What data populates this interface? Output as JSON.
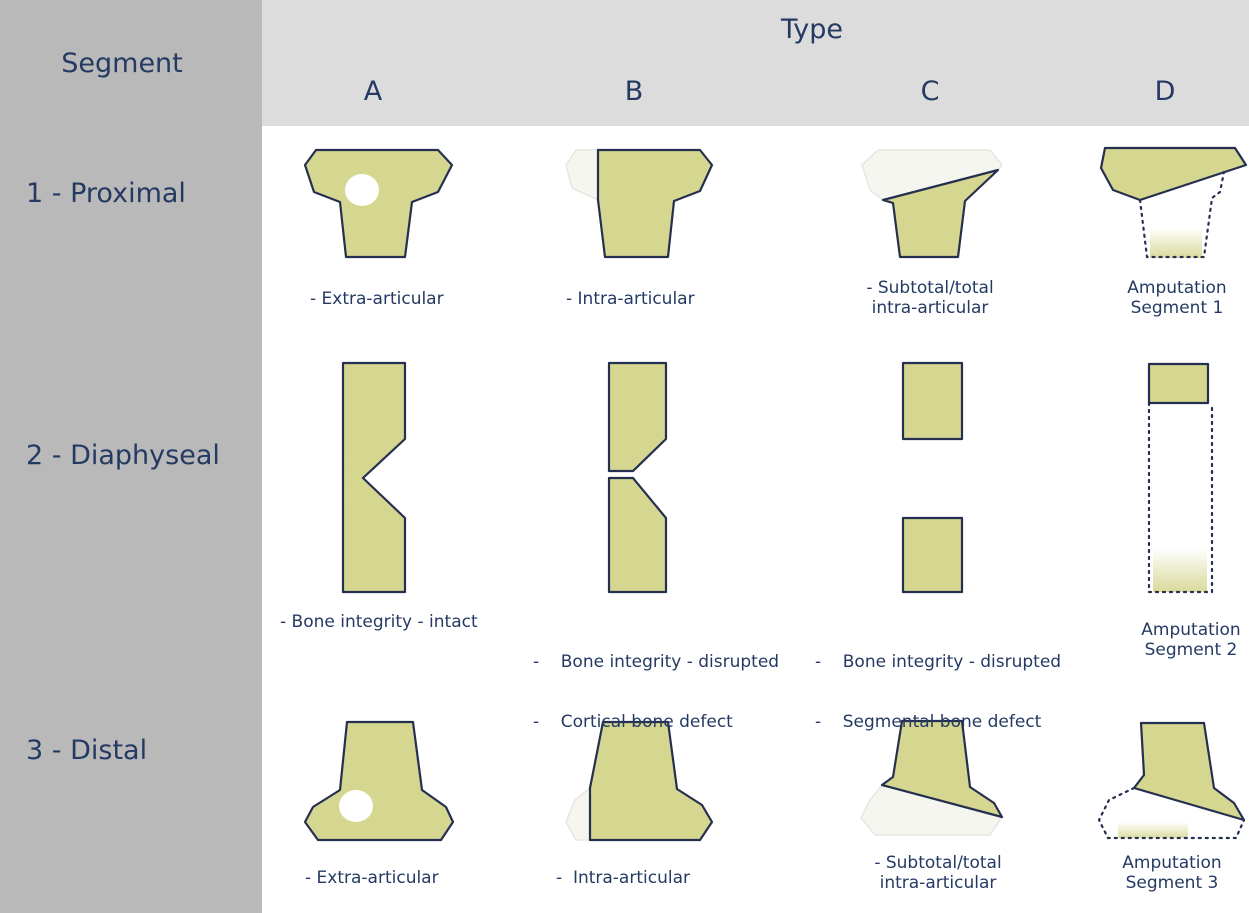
{
  "header": {
    "segment_title": "Segment",
    "type_title": "Type",
    "columns": [
      "A",
      "B",
      "C",
      "D"
    ]
  },
  "rows": [
    {
      "label": "1 - Proximal",
      "captions": [
        "- Extra-articular",
        "- Intra-articular",
        [
          "- Subtotal/total",
          "intra-articular"
        ],
        [
          "Amputation",
          "Segment 1"
        ]
      ]
    },
    {
      "label": "2 - Diaphyseal",
      "captions": [
        "- Bone integrity - intact",
        [
          "-    Bone integrity - disrupted",
          "-    Cortical bone defect"
        ],
        [
          "-    Bone integrity - disrupted",
          "-    Segmental bone defect"
        ],
        [
          "Amputation",
          "Segment 2"
        ]
      ]
    },
    {
      "label": "3 - Distal",
      "captions": [
        "- Extra-articular",
        "-  Intra-articular",
        [
          "- Subtotal/total",
          "intra-articular"
        ],
        [
          "Amputation",
          "Segment 3"
        ]
      ]
    }
  ],
  "colors": {
    "segment_column": "#b9b9b9",
    "type_header": "#dcdcdc",
    "bone_fill": "#d5d690",
    "outline": "#253050",
    "text": "#253a63"
  }
}
